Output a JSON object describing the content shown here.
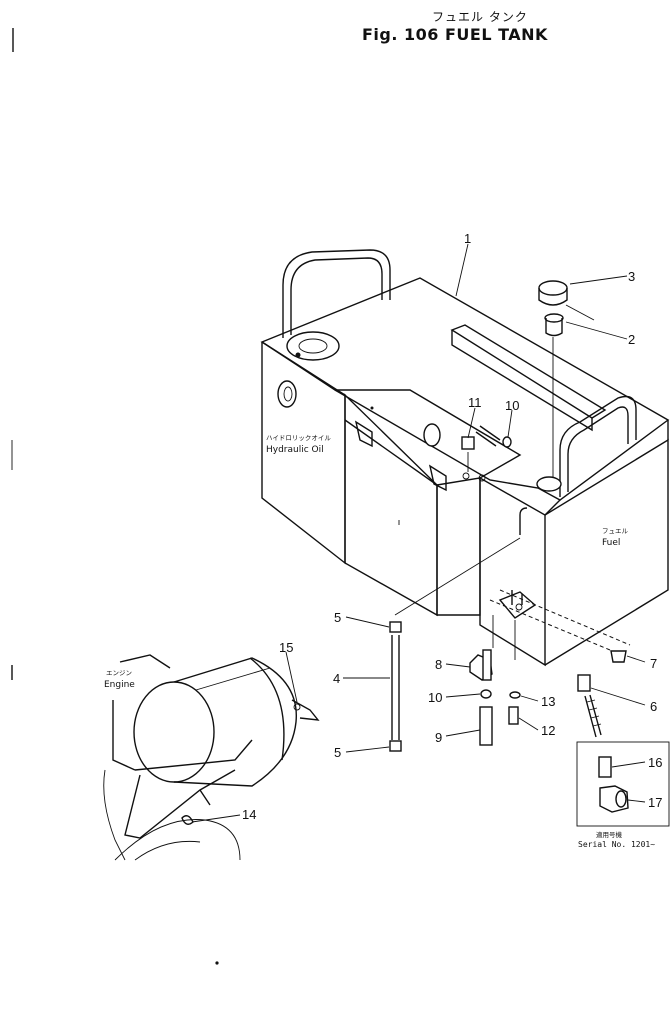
{
  "header": {
    "title_jp": "フュエル タンク",
    "title": "Fig. 106 FUEL TANK"
  },
  "labels": {
    "hydraulic_jp": "ハイドロリックオイル",
    "hydraulic_en": "Hydraulic Oil",
    "fuel_jp": "フュエル",
    "fuel_en": "Fuel",
    "engine_jp": "エンジン",
    "engine_en": "Engine",
    "serial_jp": "適用号機",
    "serial_en": "Serial No. 1201~"
  },
  "callouts": [
    "1",
    "2",
    "3",
    "4",
    "5",
    "5",
    "6",
    "7",
    "8",
    "9",
    "10",
    "10",
    "11",
    "12",
    "13",
    "14",
    "15",
    "16",
    "17"
  ]
}
